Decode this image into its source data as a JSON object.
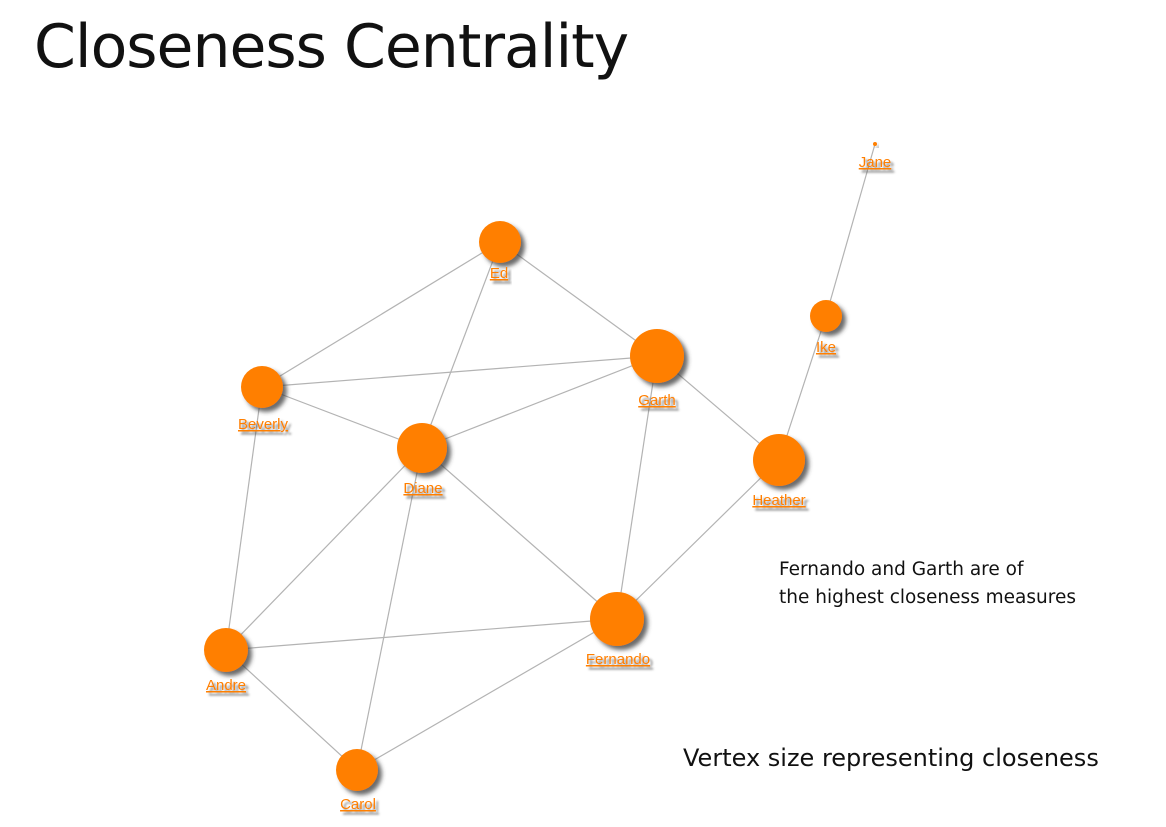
{
  "title": "Closeness Centrality",
  "note": {
    "line1": "Fernando and Garth are of",
    "line2": "the highest closeness measures"
  },
  "caption": "Vertex size representing closeness",
  "colors": {
    "vertex": "#ff7f00",
    "label": "#ff7f00",
    "edge": "#b3b3b3",
    "shadow": "#3a3a3a"
  },
  "vertices": [
    {
      "id": "ed",
      "label": "Ed"
    },
    {
      "id": "garth",
      "label": "Garth"
    },
    {
      "id": "beverly",
      "label": "Beverly"
    },
    {
      "id": "diane",
      "label": "Diane"
    },
    {
      "id": "heather",
      "label": "Heather"
    },
    {
      "id": "ike",
      "label": "Ike"
    },
    {
      "id": "jane",
      "label": "Jane"
    },
    {
      "id": "fernando",
      "label": "Fernando"
    },
    {
      "id": "andre",
      "label": "Andre"
    },
    {
      "id": "carol",
      "label": "Carol"
    }
  ],
  "edges": [
    [
      "ed",
      "beverly"
    ],
    [
      "ed",
      "garth"
    ],
    [
      "ed",
      "diane"
    ],
    [
      "beverly",
      "garth"
    ],
    [
      "beverly",
      "diane"
    ],
    [
      "beverly",
      "andre"
    ],
    [
      "diane",
      "garth"
    ],
    [
      "diane",
      "fernando"
    ],
    [
      "diane",
      "andre"
    ],
    [
      "diane",
      "carol"
    ],
    [
      "garth",
      "fernando"
    ],
    [
      "garth",
      "heather"
    ],
    [
      "heather",
      "fernando"
    ],
    [
      "heather",
      "ike"
    ],
    [
      "ike",
      "jane"
    ],
    [
      "andre",
      "fernando"
    ],
    [
      "andre",
      "carol"
    ],
    [
      "carol",
      "fernando"
    ]
  ]
}
